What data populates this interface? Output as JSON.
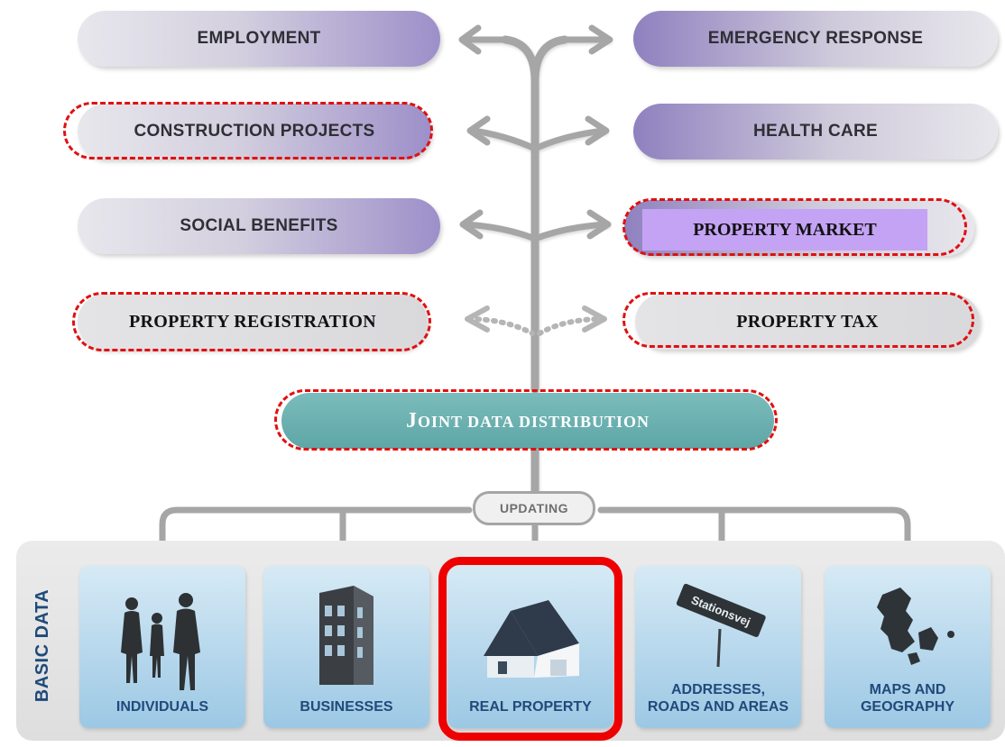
{
  "services": {
    "employment": "EMPLOYMENT",
    "emergency_response": "EMERGENCY RESPONSE",
    "construction_projects": "CONSTRUCTION PROJECTS",
    "health_care": "HEALTH CARE",
    "social_benefits": "SOCIAL BENEFITS",
    "property_market": "PROPERTY MARKET",
    "property_registration": "PROPERTY REGISTRATION",
    "property_tax": "PROPERTY TAX"
  },
  "joint_distribution": {
    "first_letter": "J",
    "rest": "OINT DATA  DISTRIBUTION"
  },
  "updating": "UPDATING",
  "basic_data": {
    "label": "BASIC DATA",
    "tiles": [
      {
        "label": "INDIVIDUALS",
        "icon": "people-icon"
      },
      {
        "label": "BUSINESSES",
        "icon": "building-icon"
      },
      {
        "label": "REAL PROPERTY",
        "icon": "house-icon"
      },
      {
        "label": "ADDRESSES,\nROADS AND AREAS",
        "icon": "street-sign-icon",
        "sign_text": "Stationsvej"
      },
      {
        "label": "MAPS AND\nGEOGRAPHY",
        "icon": "denmark-map-icon"
      }
    ]
  },
  "colors": {
    "highlight_dash": "#e01010",
    "real_property_ring": "#ee0000",
    "joint_fill": "#6aafaf",
    "tile_text": "#1f4a7a",
    "property_market_fill": "#c4a3f4"
  }
}
